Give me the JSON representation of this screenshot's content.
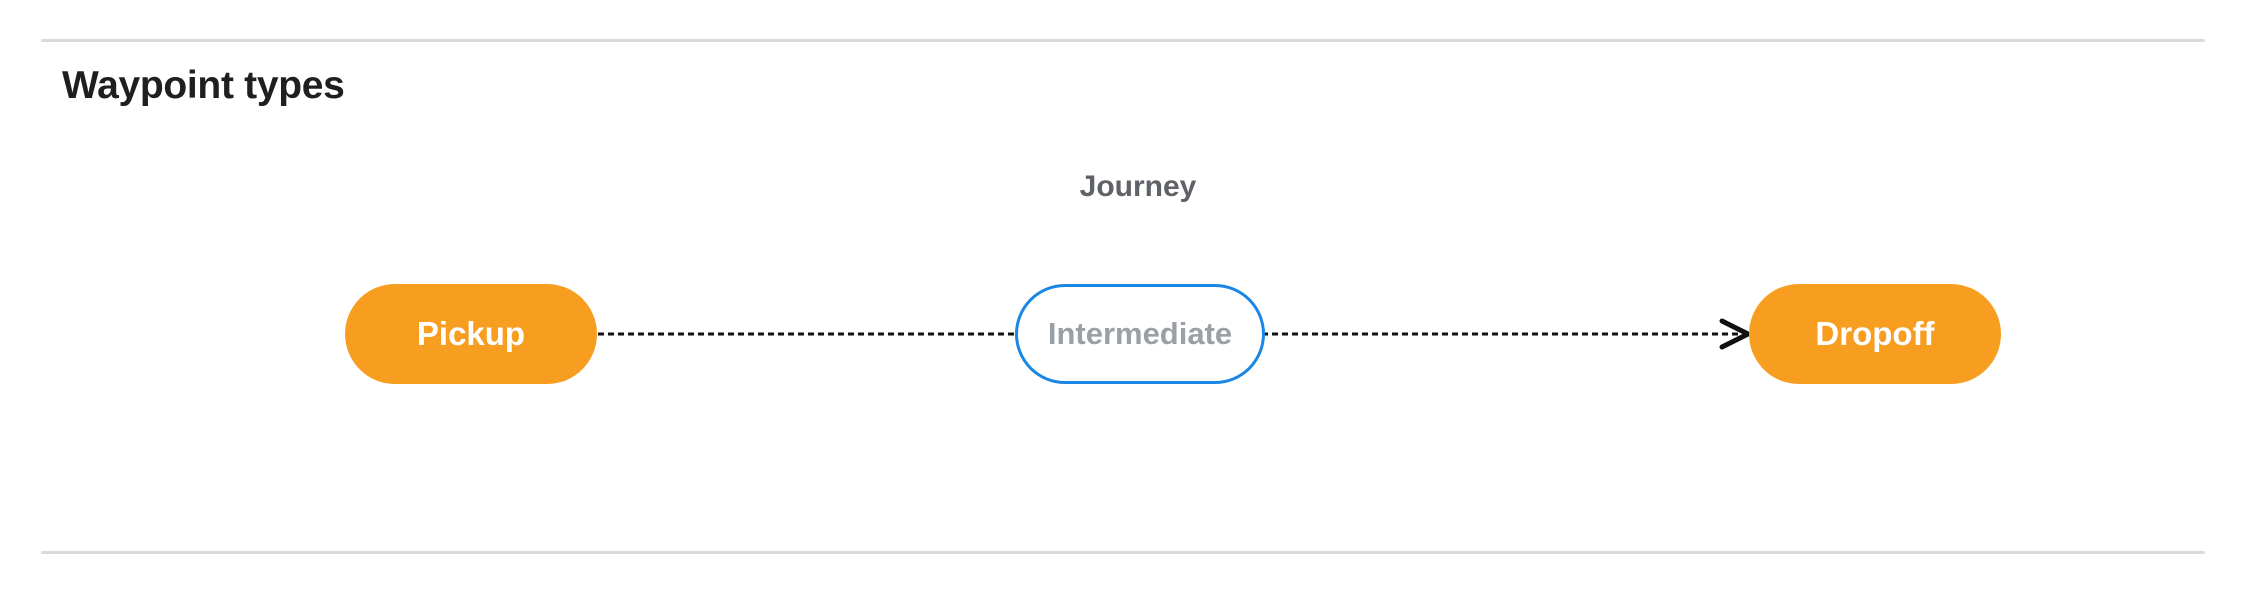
{
  "page": {
    "title": "Waypoint types"
  },
  "diagram": {
    "group_label": "Journey",
    "nodes": [
      {
        "id": "pickup",
        "label": "Pickup",
        "style": "filled"
      },
      {
        "id": "intermediate",
        "label": "Intermediate",
        "style": "outlined"
      },
      {
        "id": "dropoff",
        "label": "Dropoff",
        "style": "filled"
      }
    ],
    "connectors": [
      {
        "from": "pickup",
        "to": "intermediate",
        "style": "dashed",
        "arrowhead": false
      },
      {
        "from": "intermediate",
        "to": "dropoff",
        "style": "dashed",
        "arrowhead": true
      }
    ],
    "colors": {
      "node_fill_orange": "#F79D20",
      "node_outline_blue": "#1B87E5",
      "node_text_white": "#FFFFFF",
      "intermediate_text_gray": "#9AA0A6",
      "journey_label_gray": "#5F6368",
      "heading_text": "#1F1F1F",
      "connector_line": "#111111",
      "divider_gray": "#DADADA"
    }
  }
}
